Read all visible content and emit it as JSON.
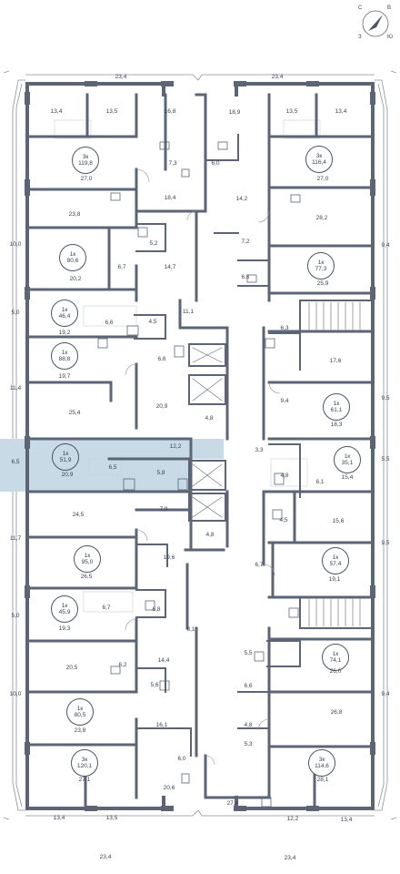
{
  "compass": {
    "n": "С",
    "e": "В",
    "s": "Ю",
    "w": "З"
  },
  "colors": {
    "wall": "#5b6575",
    "selected": "#c7dae6",
    "text": "#3a4350"
  },
  "selected_apartment": {
    "type": "1к",
    "area": "51,9",
    "kitchen": "20,9"
  },
  "apartments_left": [
    {
      "type": "3к",
      "area": "119,8"
    },
    {
      "type": "1к",
      "area": "80,6"
    },
    {
      "type": "1к",
      "area": "46,4"
    },
    {
      "type": "1к",
      "area": "88,8"
    },
    {
      "type": "1к",
      "area": "95,0"
    },
    {
      "type": "1к",
      "area": "45,9"
    },
    {
      "type": "1к",
      "area": "80,5"
    },
    {
      "type": "3к",
      "area": "120,1"
    }
  ],
  "apartments_right": [
    {
      "type": "3к",
      "area": "116,4"
    },
    {
      "type": "1к",
      "area": "77,3"
    },
    {
      "type": "1к",
      "area": "61,1"
    },
    {
      "type": "1к",
      "area": "35,1"
    },
    {
      "type": "1к",
      "area": "57,4"
    },
    {
      "type": "1к",
      "area": "74,1"
    },
    {
      "type": "3к",
      "area": "114,6"
    }
  ],
  "room_labels": {
    "top_total_left": "23,4",
    "top_total_right": "23,4",
    "bottom_total_left": "23,4",
    "bottom_total_right": "23,4",
    "r01": "13,4",
    "r02": "13,5",
    "r03": "16,8",
    "r04": "18,9",
    "r05": "13,5",
    "r06": "13,4",
    "r07": "7,3",
    "r08": "6,0",
    "r09": "27,0",
    "r10": "27,0",
    "r11": "18,4",
    "r12": "14,2",
    "r13": "23,8",
    "r14": "28,2",
    "r15": "5,2",
    "r16": "10,0",
    "r17": "20,2",
    "r18": "6,7",
    "r19": "14,7",
    "r20": "7,2",
    "r21": "9,4",
    "r22": "6,6",
    "r23": "25,9",
    "r24": "5,0",
    "r25": "11,1",
    "r26": "4,5",
    "r27": "6,6",
    "r28": "19,2",
    "r29": "6,3",
    "r30": "6,6",
    "r31": "19,7",
    "r32": "17,6",
    "r33": "11,4",
    "r34": "25,4",
    "r35": "20,9",
    "r36": "9,4",
    "r37": "9,5",
    "r38": "18,3",
    "r39": "4,8",
    "r40": "12,2",
    "r41": "6,5",
    "r42": "20,9",
    "r43": "6,5",
    "r44": "5,8",
    "r45": "3,3",
    "r46": "4,8",
    "r47": "6,1",
    "r48": "15,4",
    "r49": "5,5",
    "r50": "7,9",
    "r51": "24,5",
    "r52": "4,5",
    "r53": "15,6",
    "r54": "4,8",
    "r55": "11,7",
    "r56": "19,6",
    "r57": "26,5",
    "r58": "6,7",
    "r59": "9,5",
    "r60": "19,1",
    "r61": "6,7",
    "r62": "6,8",
    "r63": "5,0",
    "r64": "19,3",
    "r65": "8,1",
    "r66": "14,4",
    "r67": "5,5",
    "r68": "20,5",
    "r69": "6,2",
    "r70": "26,0",
    "r71": "5,6",
    "r72": "6,6",
    "r73": "10,0",
    "r74": "9,4",
    "r75": "23,8",
    "r76": "26,8",
    "r77": "16,1",
    "r78": "4,8",
    "r79": "5,3",
    "r80": "6,0",
    "r81": "27,1",
    "r82": "28,1",
    "r83": "20,6",
    "r84": "27,4",
    "r85": "13,4",
    "r86": "13,5",
    "r87": "12,2",
    "r88": "13,4"
  }
}
